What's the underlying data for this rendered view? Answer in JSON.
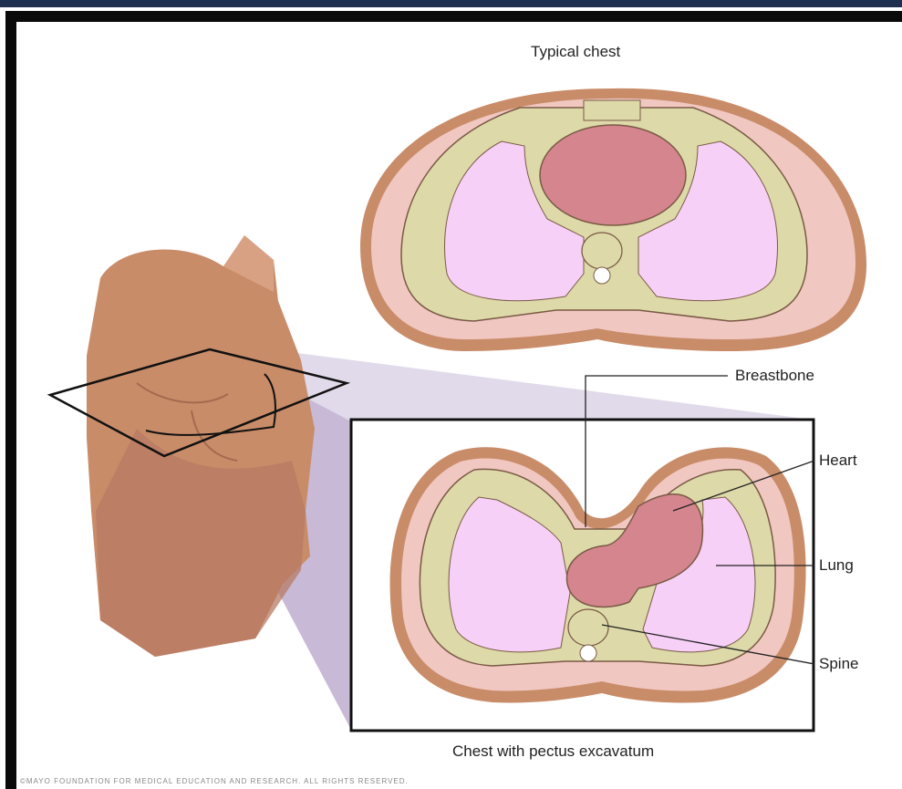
{
  "titles": {
    "typical": "Typical chest",
    "pectus": "Chest with pectus excavatum"
  },
  "labels": {
    "breastbone": "Breastbone",
    "heart": "Heart",
    "lung": "Lung",
    "spine": "Spine"
  },
  "copyright": "©MAYO FOUNDATION FOR MEDICAL EDUCATION AND RESEARCH. ALL RIGHTS RESERVED.",
  "colors": {
    "skin": "#c98c69",
    "body_wall": "#f1c7c2",
    "rib": "#ddd9a9",
    "lung": "#f6d0f6",
    "heart": "#d5858e",
    "outline": "#7a5a45",
    "projection": "#b6a3c9"
  }
}
